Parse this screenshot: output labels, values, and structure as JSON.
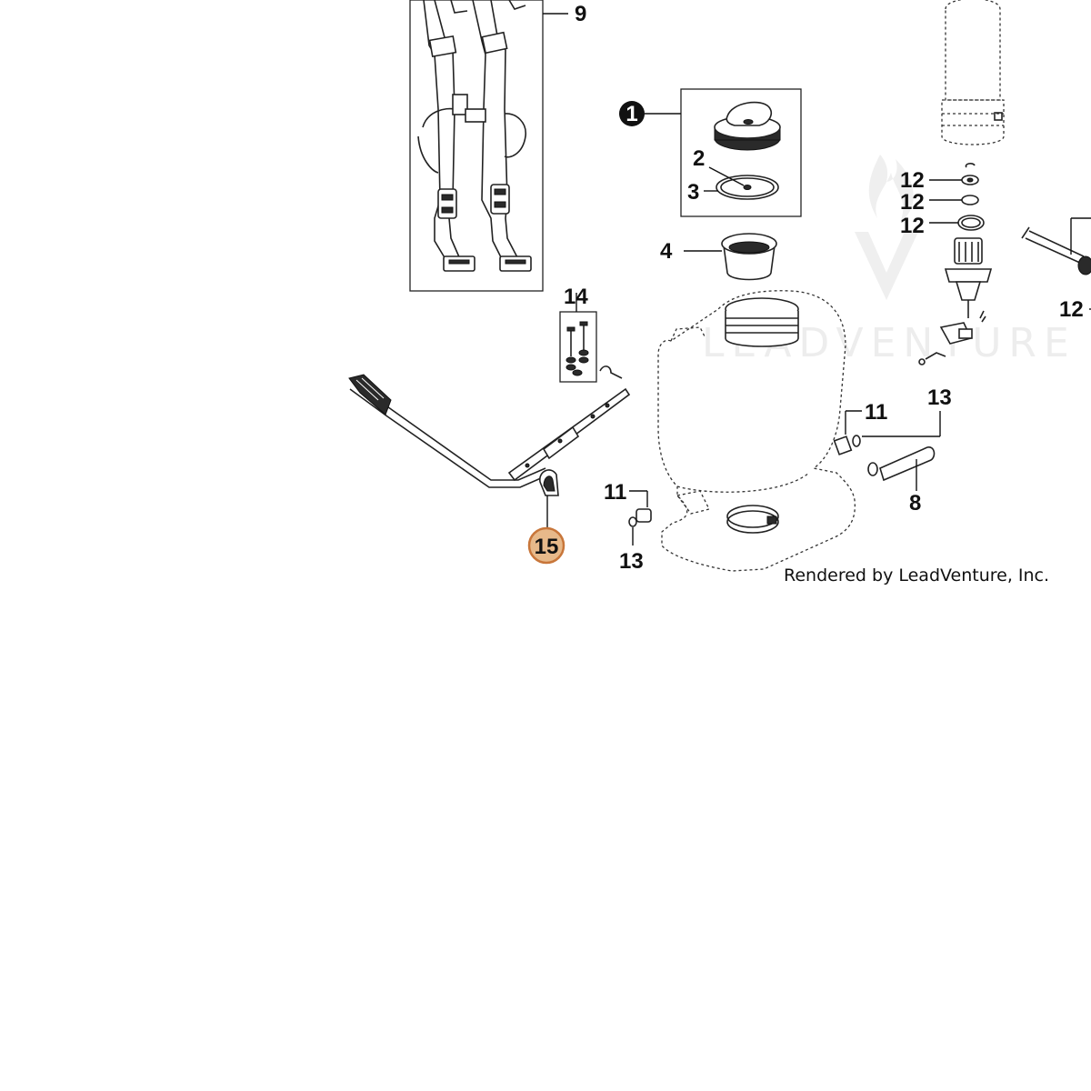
{
  "watermark": {
    "text": "LEADVENTURE"
  },
  "credit": "Rendered by LeadVenture, Inc.",
  "callouts": {
    "c1": "1",
    "c2": "2",
    "c3": "3",
    "c4": "4",
    "c8": "8",
    "c9": "9",
    "c11a": "11",
    "c11b": "11",
    "c12a": "12",
    "c12b": "12",
    "c12c": "12",
    "c12d": "12",
    "c13a": "13",
    "c13b": "13",
    "c14": "14",
    "c15": "15"
  },
  "colors": {
    "highlight_fill": "#e7b98a",
    "highlight_stroke": "#c8763a",
    "callout_badge": "#111111",
    "ink": "#222222"
  }
}
